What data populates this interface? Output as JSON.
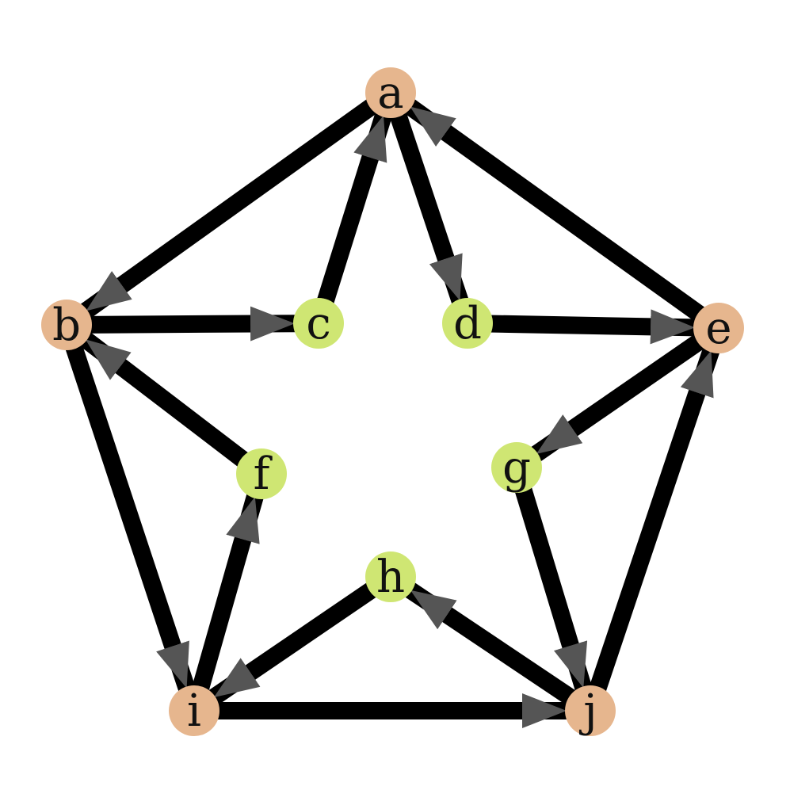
{
  "colors": {
    "outer_node": "#e6b68e",
    "inner_node": "#cfe673",
    "edge": "#000000",
    "arrowhead": "#555555",
    "label": "#111111"
  },
  "nodes": [
    {
      "id": "a",
      "label": "a",
      "group": "outer"
    },
    {
      "id": "b",
      "label": "b",
      "group": "outer"
    },
    {
      "id": "c",
      "label": "c",
      "group": "inner"
    },
    {
      "id": "d",
      "label": "d",
      "group": "inner"
    },
    {
      "id": "e",
      "label": "e",
      "group": "outer"
    },
    {
      "id": "f",
      "label": "f",
      "group": "inner"
    },
    {
      "id": "g",
      "label": "g",
      "group": "inner"
    },
    {
      "id": "h",
      "label": "h",
      "group": "inner"
    },
    {
      "id": "i",
      "label": "i",
      "group": "outer"
    },
    {
      "id": "j",
      "label": "j",
      "group": "outer"
    }
  ],
  "edges": [
    {
      "from": "a",
      "to": "b"
    },
    {
      "from": "c",
      "to": "a"
    },
    {
      "from": "a",
      "to": "d"
    },
    {
      "from": "e",
      "to": "a"
    },
    {
      "from": "b",
      "to": "c"
    },
    {
      "from": "d",
      "to": "e"
    },
    {
      "from": "f",
      "to": "b"
    },
    {
      "from": "b",
      "to": "i"
    },
    {
      "from": "e",
      "to": "g"
    },
    {
      "from": "j",
      "to": "e"
    },
    {
      "from": "i",
      "to": "f"
    },
    {
      "from": "g",
      "to": "j"
    },
    {
      "from": "h",
      "to": "i"
    },
    {
      "from": "j",
      "to": "h"
    },
    {
      "from": "i",
      "to": "j"
    }
  ]
}
